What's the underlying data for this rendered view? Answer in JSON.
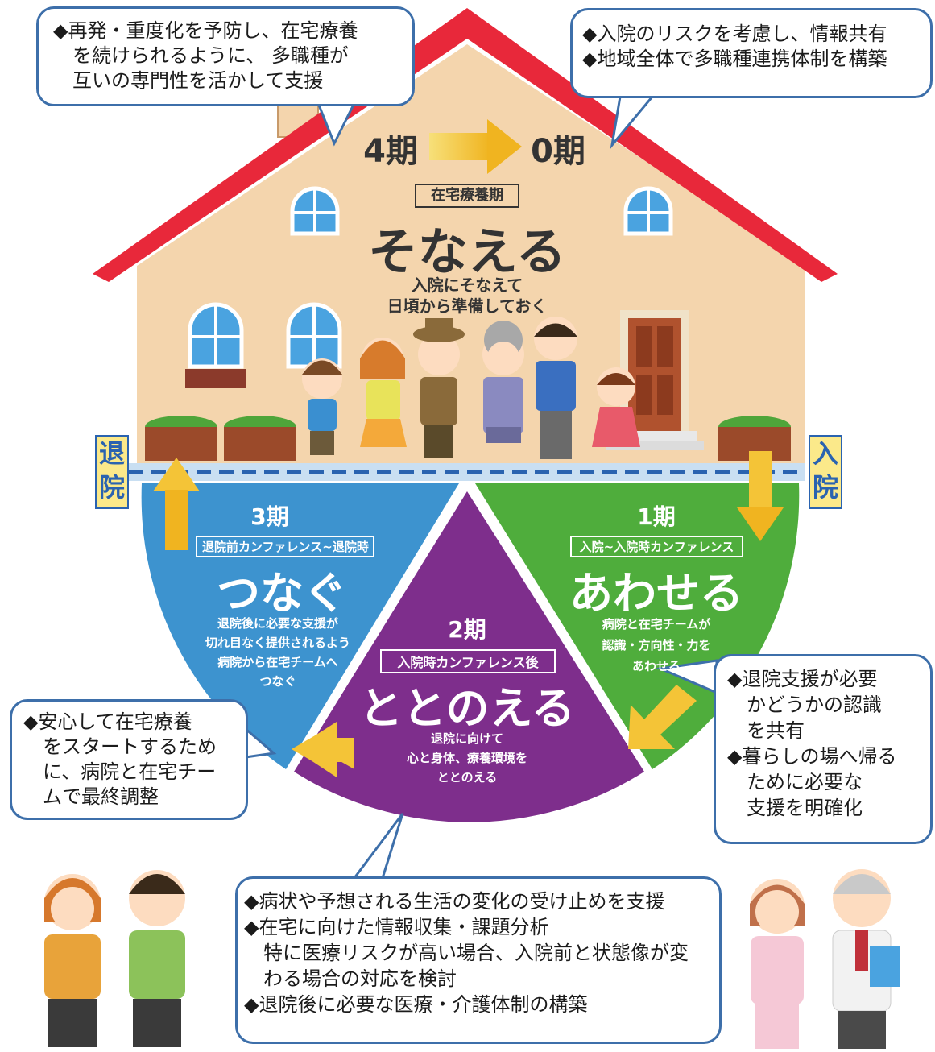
{
  "house": {
    "cycle_from": "4期",
    "cycle_to": "0期",
    "stage_tag": "在宅療養期",
    "stage_title": "そなえる",
    "stage_desc_1": "入院にそなえて",
    "stage_desc_2": "日頃から準備しておく"
  },
  "labels": {
    "discharge": [
      "退",
      "院"
    ],
    "admission": [
      "入",
      "院"
    ]
  },
  "phases": {
    "phase1": {
      "num": "1期",
      "tag": "入院~入院時カンファレンス",
      "title": "あわせる",
      "desc": [
        "病院と在宅チームが",
        "認識・方向性・力を",
        "あわせる"
      ]
    },
    "phase2": {
      "num": "2期",
      "tag": "入院時カンファレンス後",
      "title": "ととのえる",
      "desc": [
        "退院に向けて",
        "心と身体、療養環境を",
        "ととのえる"
      ]
    },
    "phase3": {
      "num": "3期",
      "tag": "退院前カンファレンス~退院時",
      "title": "つなぐ",
      "desc": [
        "退院後に必要な支援が",
        "切れ目なく提供されるよう",
        "病院から在宅チームへ",
        "つなぐ"
      ]
    }
  },
  "bubbles": {
    "top_left": [
      "◆再発・重度化を予防し、在宅療養",
      "を続けられるように、 多職種が",
      "互いの専門性を活かして支援"
    ],
    "top_right": [
      "◆入院のリスクを考慮し、情報共有",
      "◆地域全体で多職種連携体制を構築"
    ],
    "right": [
      "◆退院支援が必要",
      "かどうかの認識",
      "を共有",
      "◆暮らしの場へ帰る",
      "ために必要な",
      "支援を明確化"
    ],
    "left": [
      "◆安心して在宅療養",
      "をスタートするため",
      "に、病院と在宅チー",
      "ムで最終調整"
    ],
    "bottom": [
      "◆病状や予想される生活の変化の受け止めを支援",
      "◆在宅に向けた情報収集・課題分析",
      "特に医療リスクが高い場合、入院前と状態像が変",
      "わる場合の対応を検討",
      "◆退院後に必要な医療・介護体制の構築"
    ]
  },
  "colors": {
    "roof": "#e8283a",
    "wall": "#f4d5ad",
    "phase1": "#4fad3c",
    "phase2": "#7e2e8c",
    "phase3": "#3d93cf",
    "arrow": "#f4c437",
    "border": "#3d6faa"
  }
}
